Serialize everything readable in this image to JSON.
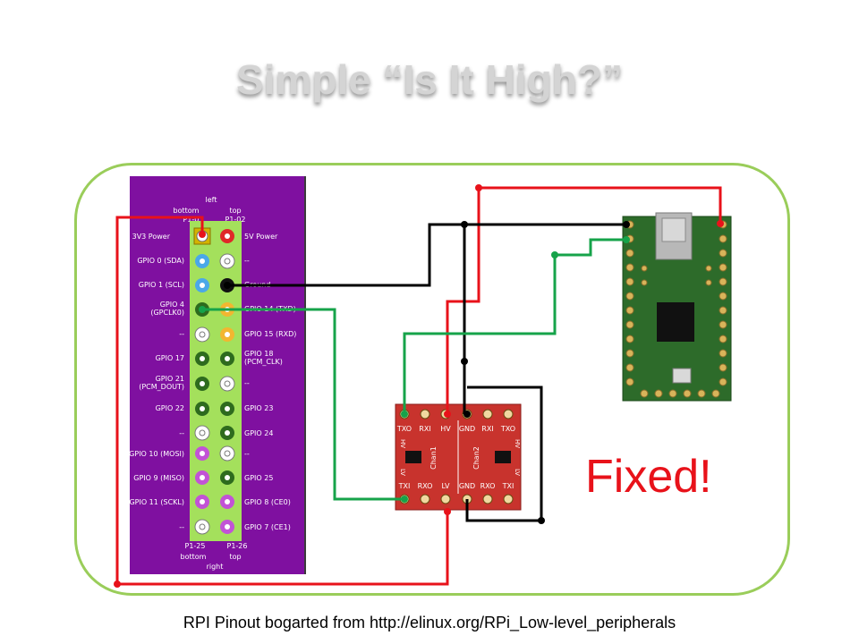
{
  "slide": {
    "title": "Simple “Is It High?”",
    "annotation": "Fixed!",
    "footer": "RPI Pinout bogarted from http://elinux.org/RPi_Low-level_peripherals"
  },
  "pinout": {
    "top_labels": {
      "side": "left",
      "end": "top",
      "first_pin": "P1-02",
      "bottom": "bottom",
      "pin1": "P1-01"
    },
    "bottom_labels": {
      "pin25": "P1-25",
      "pin26": "P1-26",
      "bottom": "bottom",
      "top": "top",
      "side": "right"
    },
    "rows": [
      {
        "left": "3V3 Power",
        "right": "5V Power"
      },
      {
        "left": "GPIO 0 (SDA)",
        "right": "--"
      },
      {
        "left": "GPIO 1 (SCL)",
        "right": "Ground"
      },
      {
        "left": "GPIO 4\n(GPCLK0)",
        "right": "GPIO 14 (TXD)"
      },
      {
        "left": "--",
        "right": "GPIO 15 (RXD)"
      },
      {
        "left": "GPIO 17",
        "right": "GPIO 18\n(PCM_CLK)"
      },
      {
        "left": "GPIO 21\n(PCM_DOUT)",
        "right": "--"
      },
      {
        "left": "GPIO 22",
        "right": "GPIO 23"
      },
      {
        "left": "--",
        "right": "GPIO 24"
      },
      {
        "left": "GPIO 10 (MOSI)",
        "right": "--"
      },
      {
        "left": "GPIO 9 (MISO)",
        "right": "GPIO 25"
      },
      {
        "left": "GPIO 11 (SCKL)",
        "right": "GPIO 8 (CE0)"
      },
      {
        "left": "--",
        "right": "GPIO 7 (CE1)"
      }
    ]
  },
  "level_shifter": {
    "top_pins": [
      "TXO",
      "RXI",
      "HV",
      "GND",
      "RXI",
      "TXO"
    ],
    "bottom_pins": [
      "TXI",
      "RXO",
      "LV",
      "GND",
      "RXO",
      "TXI"
    ],
    "channels": [
      "Chan1",
      "Chan2"
    ],
    "side_labels": [
      "HV",
      "LV",
      "HV",
      "LV"
    ]
  },
  "colors": {
    "background": "#ffffff",
    "frame_border": "#9acd5a",
    "pinout_bg": "#7f10a0",
    "header_strip": "#a4e05c",
    "wire_red": "#e8121a",
    "wire_black": "#000000",
    "wire_green": "#16a34a",
    "annotation": "#e8121a",
    "pcb_green": "#2d6b2a",
    "shifter_red": "#c8332d"
  }
}
